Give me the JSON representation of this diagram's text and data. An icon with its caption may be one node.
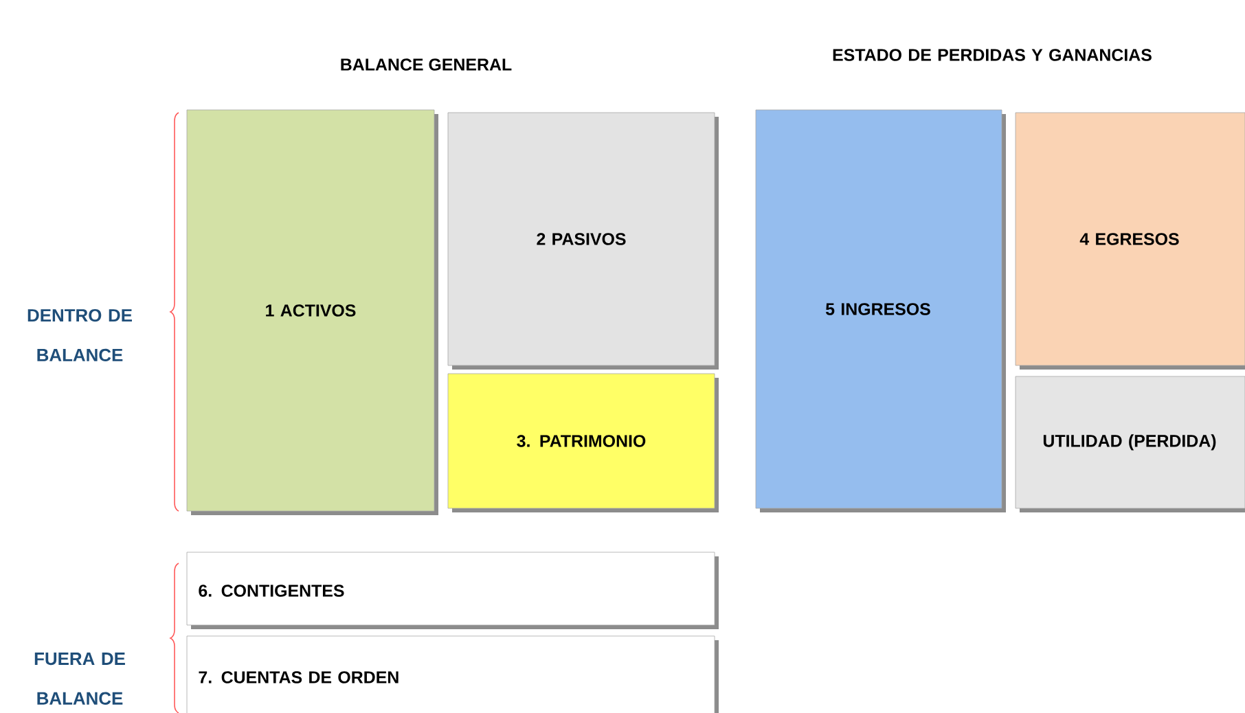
{
  "diagram": {
    "title": "BALANCE GENERAL",
    "nodes": [
      {
        "text": [
          "1 ACTIVOS"
        ]
      },
      {
        "text": [
          "2 PASIVOS"
        ]
      },
      {
        "text": [
          "3. PATRIMONIO"
        ]
      },
      {
        "text": [
          "5 INGRESOS"
        ]
      },
      {
        "text": [
          "4 EGRESOS"
        ]
      },
      {
        "text": [
          "UTILIDAD (PERDIDA)"
        ]
      },
      {
        "text": [
          "6. CONTIGENTES"
        ]
      },
      {
        "text": [
          "7. CUENTAS DE ORDEN"
        ]
      }
    ],
    "labels": [
      "ESTADO DE PERDIDAS Y GANANCIAS",
      "DENTRO DE BALANCE",
      "FUERA DE BALANCE"
    ]
  }
}
